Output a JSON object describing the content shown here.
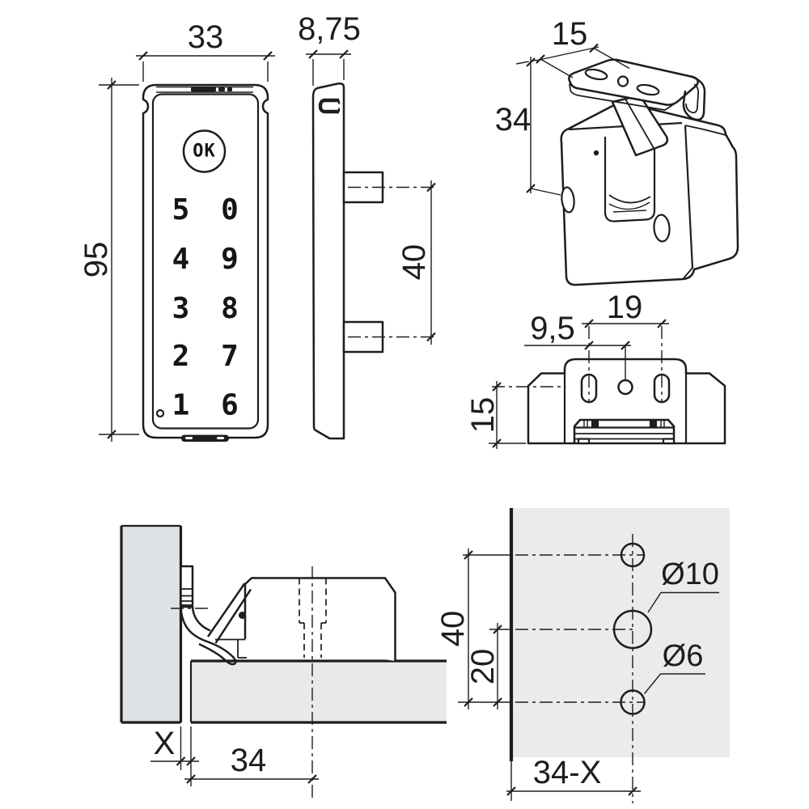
{
  "colors": {
    "line": "#1d1d1d",
    "door_fill": "#dfe2e4",
    "panel_fill": "#e7e9ea",
    "drill_panel_fill": "#eaebec",
    "background": "#ffffff"
  },
  "front_view": {
    "width_dim": "33",
    "height_dim": "95",
    "ok_label": "OK",
    "digit_rows": [
      [
        "5",
        "0"
      ],
      [
        "4",
        "9"
      ],
      [
        "3",
        "8"
      ],
      [
        "2",
        "7"
      ],
      [
        "1",
        "6"
      ]
    ]
  },
  "side_view": {
    "thickness_dim": "8,75",
    "pin_spacing_dim": "40"
  },
  "iso_view": {
    "plate_width_dim": "15",
    "height_dim": "34"
  },
  "top_view": {
    "hole_offset_dim": "9,5",
    "slot_spacing_dim": "19",
    "depth_dim": "15"
  },
  "section_view": {
    "overlay_dim": "X",
    "offset_dim": "34"
  },
  "drill_view": {
    "hole_spacing_dim": "40",
    "lower_spacing_dim": "20",
    "edge_distance_dim": "34-X",
    "large_hole_dim": "Ø10",
    "small_hole_dim": "Ø6"
  }
}
